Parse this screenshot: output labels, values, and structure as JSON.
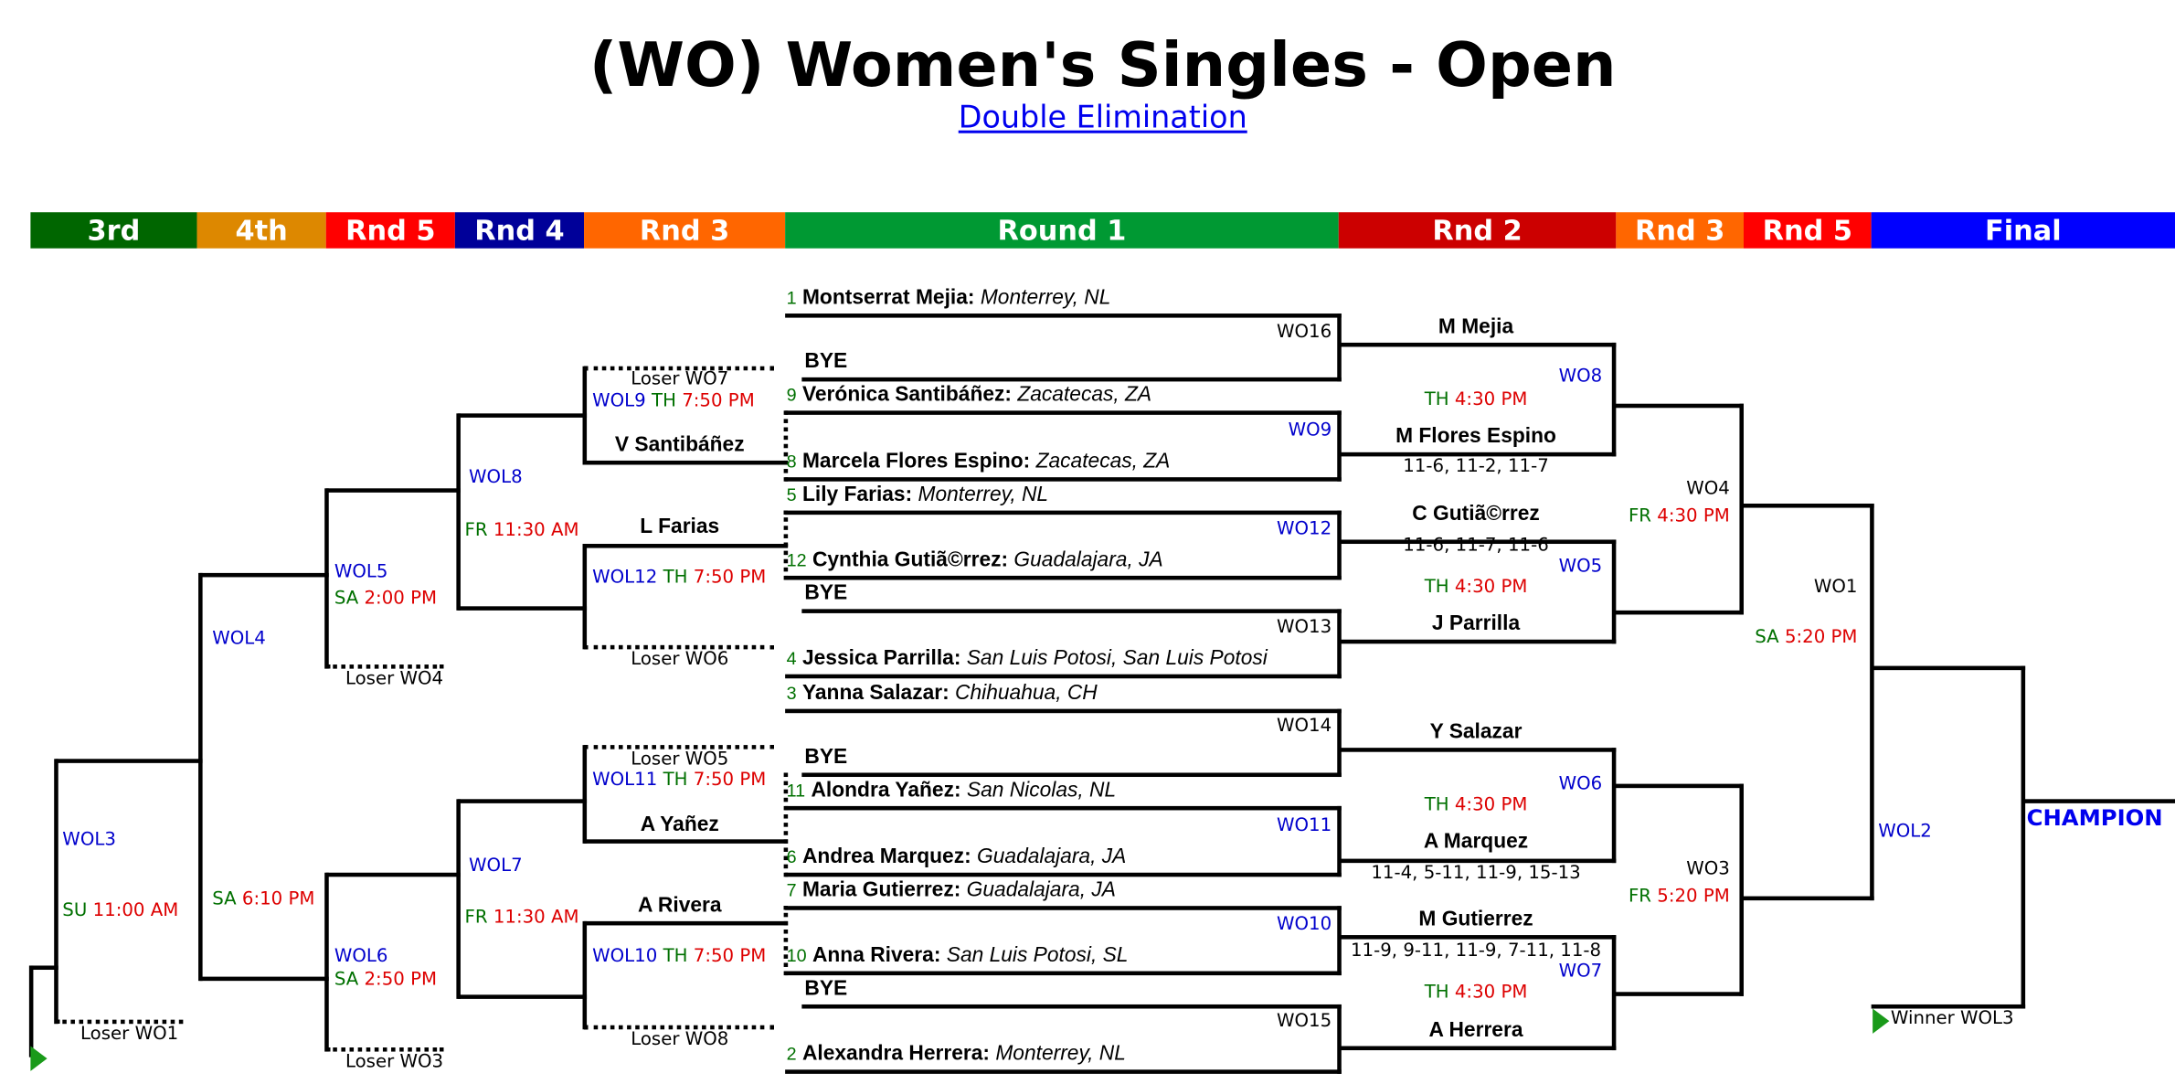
{
  "title": "(WO) Women's Singles - Open",
  "subtitle_link": "Double Elimination",
  "header": [
    {
      "label": "3rd",
      "color": "#006600"
    },
    {
      "label": "4th",
      "color": "#dd8800"
    },
    {
      "label": "Rnd 5",
      "color": "#ff0000"
    },
    {
      "label": "Rnd 4",
      "color": "#000099"
    },
    {
      "label": "Rnd 3",
      "color": "#ff6600"
    },
    {
      "label": "Round 1",
      "color": "#009933"
    },
    {
      "label": "Rnd 2",
      "color": "#cc0000"
    },
    {
      "label": "Rnd 3",
      "color": "#ff6600"
    },
    {
      "label": "Rnd 5",
      "color": "#ff0000"
    },
    {
      "label": "Final",
      "color": "#0000ff"
    }
  ],
  "round1": {
    "players": [
      {
        "seed": "1",
        "name": "Montserrat Mejia",
        "loc": "Monterrey, NL"
      },
      {
        "seed": "",
        "name": "BYE",
        "loc": ""
      },
      {
        "seed": "9",
        "name": "Verónica Santibáñez",
        "loc": "Zacatecas, ZA"
      },
      {
        "seed": "8",
        "name": "Marcela Flores Espino",
        "loc": "Zacatecas, ZA"
      },
      {
        "seed": "5",
        "name": "Lily Farias",
        "loc": "Monterrey, NL"
      },
      {
        "seed": "12",
        "name": "Cynthia Gutiã©rrez",
        "loc": "Guadalajara, JA"
      },
      {
        "seed": "",
        "name": "BYE",
        "loc": ""
      },
      {
        "seed": "4",
        "name": "Jessica Parrilla",
        "loc": "San Luis Potosi, San Luis Potosi"
      },
      {
        "seed": "3",
        "name": "Yanna Salazar",
        "loc": "Chihuahua, CH"
      },
      {
        "seed": "",
        "name": "BYE",
        "loc": ""
      },
      {
        "seed": "11",
        "name": "Alondra Yañez",
        "loc": "San Nicolas, NL"
      },
      {
        "seed": "6",
        "name": "Andrea Marquez",
        "loc": "Guadalajara, JA"
      },
      {
        "seed": "7",
        "name": "Maria Gutierrez",
        "loc": "Guadalajara, JA"
      },
      {
        "seed": "10",
        "name": "Anna Rivera",
        "loc": "San Luis Potosi, SL"
      },
      {
        "seed": "",
        "name": "BYE",
        "loc": ""
      },
      {
        "seed": "2",
        "name": "Alexandra Herrera",
        "loc": "Monterrey, NL"
      }
    ],
    "matches": [
      "WO16",
      "WO9",
      "WO12",
      "WO13",
      "WO14",
      "WO11",
      "WO10",
      "WO15"
    ]
  },
  "round2": [
    {
      "code": "WO8",
      "day": "TH",
      "time": "4:30 PM",
      "top": "M Mejia",
      "bottom": "M Flores Espino",
      "score": "11-6, 11-2, 11-7"
    },
    {
      "code": "WO5",
      "day": "TH",
      "time": "4:30 PM",
      "top": "C Gutiã©rrez",
      "bottom": "J Parrilla",
      "score": "11-6, 11-7, 11-6"
    },
    {
      "code": "WO6",
      "day": "TH",
      "time": "4:30 PM",
      "top": "Y Salazar",
      "bottom": "A Marquez",
      "score": "11-4, 5-11, 11-9, 15-13"
    },
    {
      "code": "WO7",
      "day": "TH",
      "time": "4:30 PM",
      "top": "M Gutierrez",
      "bottom": "A Herrera",
      "score": "11-9, 9-11, 11-9, 7-11, 11-8"
    }
  ],
  "round3": [
    {
      "code": "WO4",
      "day": "FR",
      "time": "4:30 PM"
    },
    {
      "code": "WO3",
      "day": "FR",
      "time": "5:20 PM"
    }
  ],
  "round5": {
    "code": "WO1",
    "day": "SA",
    "time": "5:20 PM"
  },
  "final": {
    "code": "WOL2",
    "champion": "CHAMPION",
    "winner_from": "Winner WOL3"
  },
  "losers": {
    "wol9": {
      "code": "WOL9",
      "day": "TH",
      "time": "7:50 PM",
      "from": "Loser WO7",
      "winner": "V Santibáñez"
    },
    "wol12": {
      "code": "WOL12",
      "day": "TH",
      "time": "7:50 PM",
      "from": "Loser WO6",
      "winner": "L Farias"
    },
    "wol11": {
      "code": "WOL11",
      "day": "TH",
      "time": "7:50 PM",
      "from": "Loser WO5",
      "winner": "A Yañez"
    },
    "wol10": {
      "code": "WOL10",
      "day": "TH",
      "time": "7:50 PM",
      "from": "Loser WO8",
      "winner": "A Rivera"
    },
    "wol8": {
      "code": "WOL8",
      "day": "FR",
      "time": "11:30 AM"
    },
    "wol7": {
      "code": "WOL7",
      "day": "FR",
      "time": "11:30 AM"
    },
    "wol5": {
      "code": "WOL5",
      "day": "SA",
      "time": "2:00 PM",
      "from": "Loser WO4"
    },
    "wol6": {
      "code": "WOL6",
      "day": "SA",
      "time": "2:50 PM",
      "from": "Loser WO3"
    },
    "wol4": {
      "code": "WOL4",
      "day": "SA",
      "time": "6:10 PM"
    },
    "wol3": {
      "code": "WOL3",
      "day": "SU",
      "time": "11:00 AM",
      "from": "Loser WO1"
    }
  }
}
